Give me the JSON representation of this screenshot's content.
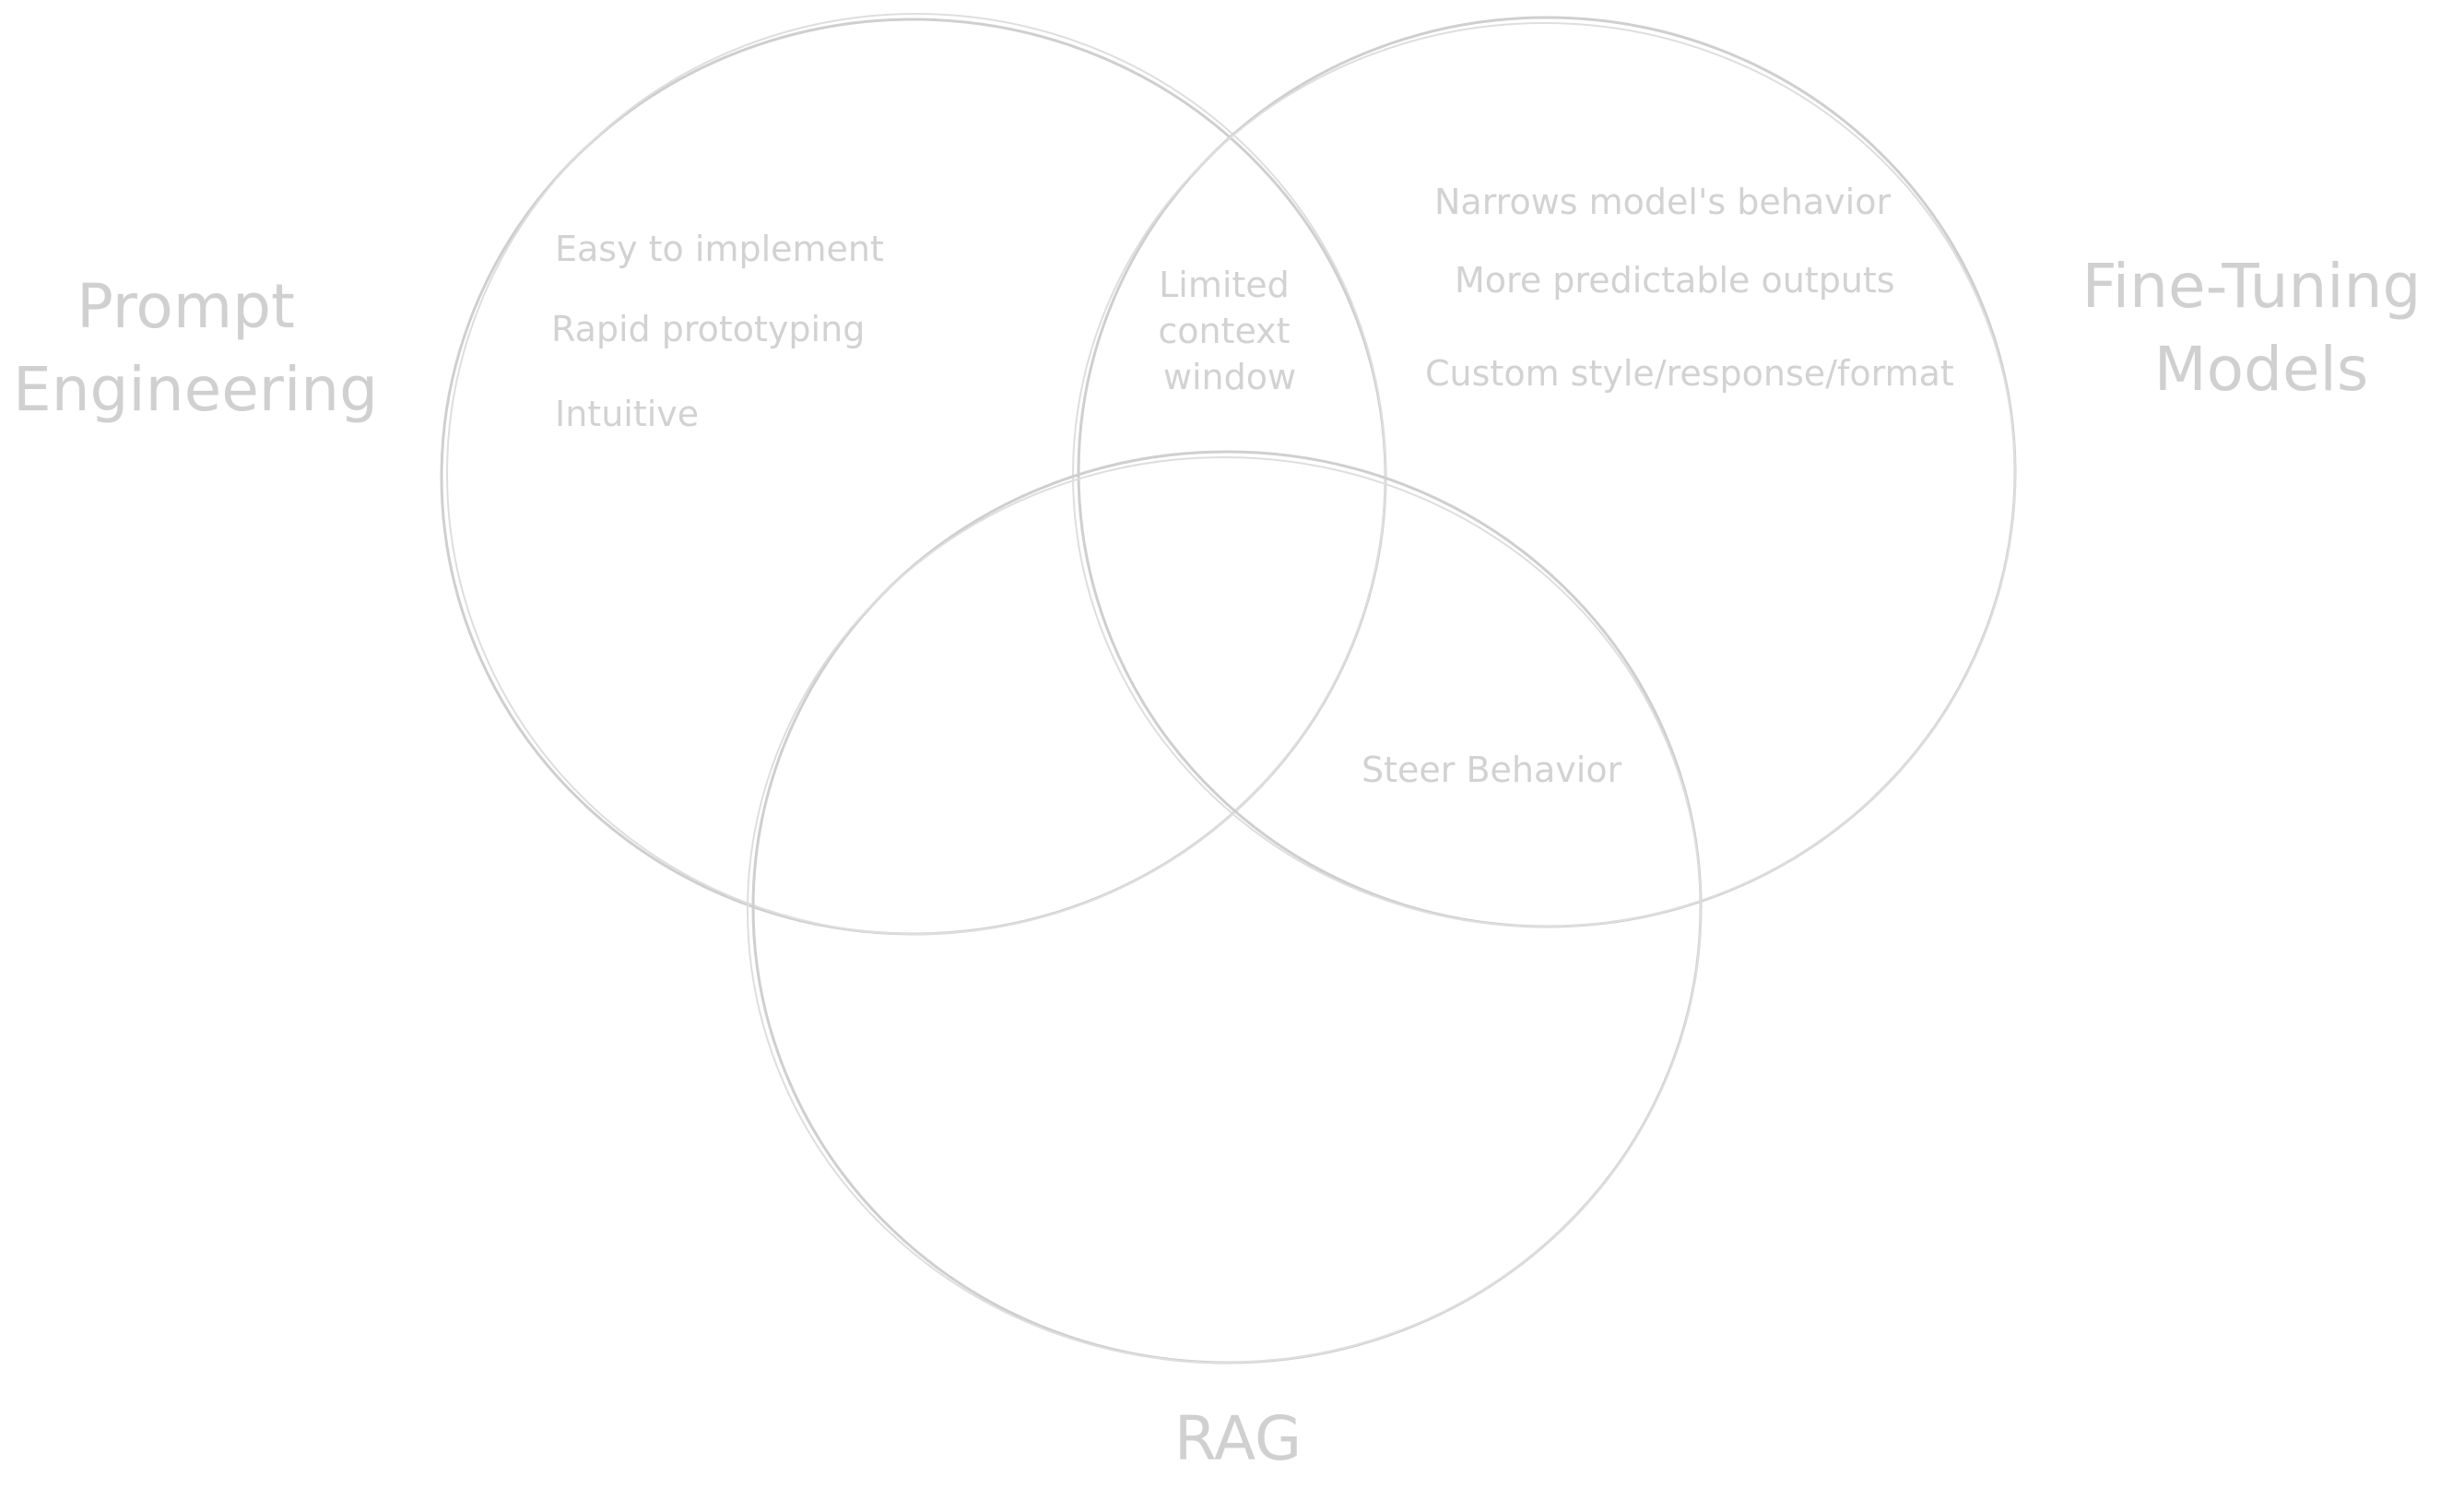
{
  "sets": {
    "prompt_engineering": {
      "title_lines": [
        "Prompt",
        "Engineering"
      ],
      "items": [
        "Easy to implement",
        "Rapid prototyping",
        "Intuitive"
      ]
    },
    "fine_tuning": {
      "title_lines": [
        "Fine-Tuning",
        "Models"
      ],
      "items": [
        "Narrows model's behavior",
        "More predictable outputs",
        "Custom style/response/format"
      ]
    },
    "rag": {
      "title_lines": [
        "RAG"
      ],
      "items": []
    }
  },
  "intersections": {
    "prompt_and_fine_tuning": {
      "lines": [
        "Limited",
        "context",
        "window"
      ]
    },
    "fine_tuning_and_rag": {
      "lines": [
        "Steer Behavior"
      ]
    }
  },
  "colors": {
    "outline": "#cfcfcf",
    "text": "#d0d0d0",
    "background": "#ffffff"
  }
}
